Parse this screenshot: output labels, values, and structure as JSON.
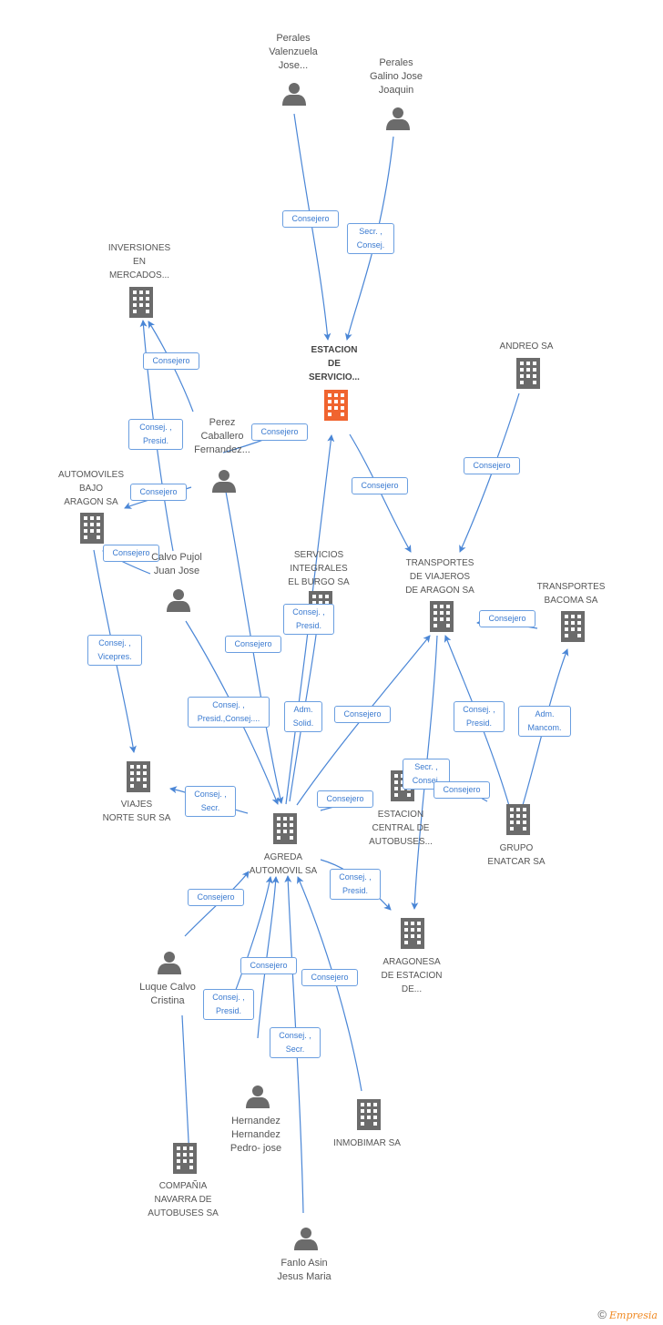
{
  "colors": {
    "edge": "#4a86d6",
    "person": "#6b6b6b",
    "company": "#6b6b6b",
    "focus": "#f0642f"
  },
  "nodes": [
    {
      "id": "perales_valenzuela",
      "type": "person",
      "label": "Perales\nValenzuela\nJose..."
    },
    {
      "id": "perales_galino",
      "type": "person",
      "label": "Perales\nGalino Jose\nJoaquin"
    },
    {
      "id": "inversiones",
      "type": "company",
      "label": "INVERSIONES\nEN\nMERCADOS..."
    },
    {
      "id": "estacion_servicio",
      "type": "focus",
      "label": "ESTACION\nDE\nSERVICIO..."
    },
    {
      "id": "andreo",
      "type": "company",
      "label": "ANDREO SA"
    },
    {
      "id": "perez_caballero",
      "type": "person",
      "label": "Perez\nCaballero\nFernandez..."
    },
    {
      "id": "automoviles_bajo",
      "type": "company",
      "label": "AUTOMOVILES\nBAJO\nARAGON SA"
    },
    {
      "id": "calvo_pujol",
      "type": "person",
      "label": "Calvo Pujol\nJuan Jose"
    },
    {
      "id": "servicios_integrales",
      "type": "company",
      "label": "SERVICIOS\nINTEGRALES\nEL BURGO SA"
    },
    {
      "id": "transportes_viajeros",
      "type": "company",
      "label": "TRANSPORTES\nDE VIAJEROS\nDE ARAGON SA"
    },
    {
      "id": "transportes_bacoma",
      "type": "company",
      "label": "TRANSPORTES\nBACOMA SA"
    },
    {
      "id": "viajes_norte",
      "type": "company",
      "label": "VIAJES\nNORTE SUR SA"
    },
    {
      "id": "estacion_central",
      "type": "company",
      "label": "ESTACION\nCENTRAL DE\nAUTOBUSES..."
    },
    {
      "id": "grupo_enatcar",
      "type": "company",
      "label": "GRUPO\nENATCAR SA"
    },
    {
      "id": "agreda",
      "type": "company",
      "label": "AGREDA\nAUTOMOVIL SA"
    },
    {
      "id": "aragonesa",
      "type": "company",
      "label": "ARAGONESA\nDE ESTACION\nDE..."
    },
    {
      "id": "luque_calvo",
      "type": "person",
      "label": "Luque Calvo\nCristina"
    },
    {
      "id": "hernandez",
      "type": "person",
      "label": "Hernandez\nHernandez\nPedro- jose"
    },
    {
      "id": "inmobimar",
      "type": "company",
      "label": "INMOBIMAR SA"
    },
    {
      "id": "compania_navarra",
      "type": "company",
      "label": "COMPAÑIA\nNAVARRA DE\nAUTOBUSES SA"
    },
    {
      "id": "fanlo_asin",
      "type": "person",
      "label": "Fanlo Asin\nJesus Maria"
    }
  ],
  "edges": [
    {
      "label": "Consejero"
    },
    {
      "label": "Secr. ,\nConsej."
    },
    {
      "label": "Consejero"
    },
    {
      "label": "Consej. ,\nPresid."
    },
    {
      "label": "Consejero"
    },
    {
      "label": "Consejero"
    },
    {
      "label": "Consejero"
    },
    {
      "label": "Consejero"
    },
    {
      "label": "Consejero"
    },
    {
      "label": "Consej. ,\nVicepres."
    },
    {
      "label": "Consejero"
    },
    {
      "label": "Consej. ,\nPresid."
    },
    {
      "label": "Consej. ,\nPresid.,Consej...."
    },
    {
      "label": "Adm.\nSolid."
    },
    {
      "label": "Consejero"
    },
    {
      "label": "Consejero"
    },
    {
      "label": "Consej. ,\nPresid."
    },
    {
      "label": "Adm.\nMancom."
    },
    {
      "label": "Secr. ,\nConsej."
    },
    {
      "label": "Consejero"
    },
    {
      "label": "Consej. ,\nSecr."
    },
    {
      "label": "Consejero"
    },
    {
      "label": "Consej. ,\nPresid."
    },
    {
      "label": "Consejero"
    },
    {
      "label": "Consejero"
    },
    {
      "label": "Consej. ,\nPresid."
    },
    {
      "label": "Consejero"
    },
    {
      "label": "Consej. ,\nSecr."
    }
  ],
  "footer": {
    "copyright": "©",
    "brand": "Empresia"
  }
}
